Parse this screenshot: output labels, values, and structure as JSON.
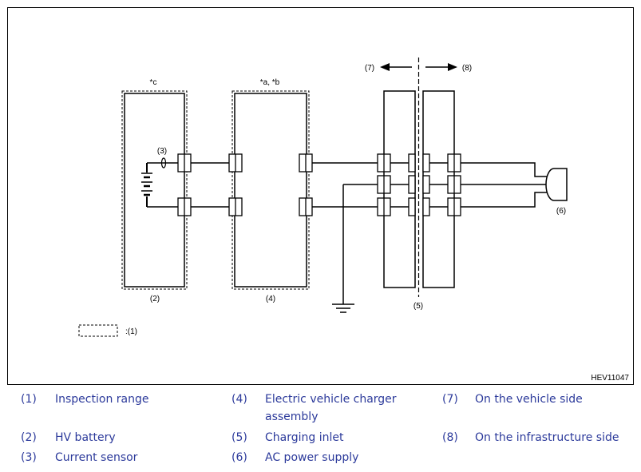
{
  "diagram": {
    "code": "HEV11047",
    "labels": {
      "c": "*c",
      "ab": "*a, *b",
      "n1": "(1)",
      "n2": "(2)",
      "n3": "(3)",
      "n4": "(4)",
      "n5": "(5)",
      "n6": "(6)",
      "n7": "(7)",
      "n8": "(8)",
      "inspection_key": ":(1)"
    }
  },
  "legend": [
    {
      "num": "(1)",
      "text": "Inspection range"
    },
    {
      "num": "(2)",
      "text": "HV battery"
    },
    {
      "num": "(3)",
      "text": "Current sensor"
    },
    {
      "num": "(4)",
      "text": "Electric vehicle charger assembly"
    },
    {
      "num": "(5)",
      "text": "Charging inlet"
    },
    {
      "num": "(6)",
      "text": "AC power supply"
    },
    {
      "num": "(7)",
      "text": "On the vehicle side"
    },
    {
      "num": "(8)",
      "text": "On the infrastructure side"
    }
  ],
  "colors": {
    "legend_text": "#2c3a9b",
    "line": "#000000"
  }
}
